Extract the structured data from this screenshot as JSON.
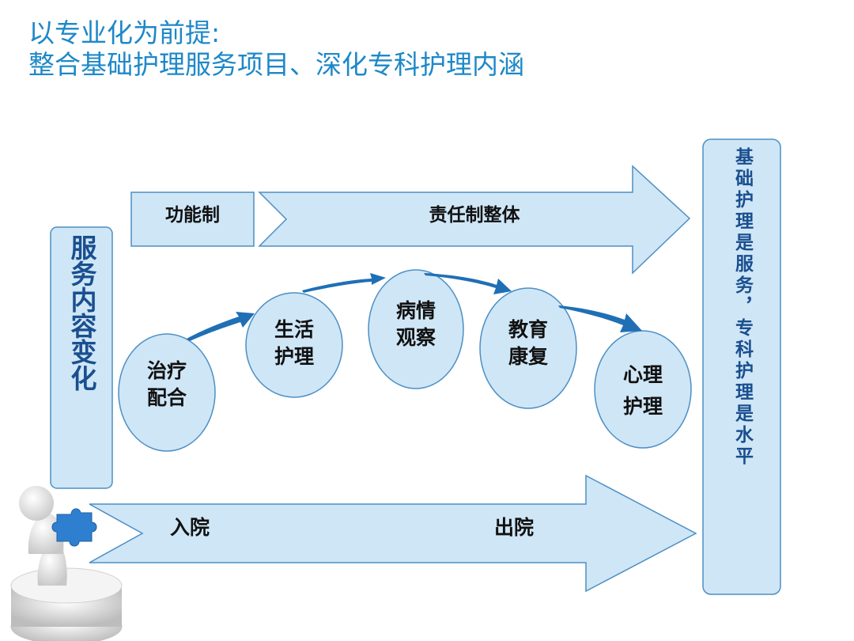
{
  "title": {
    "line1": "以专业化为前提:",
    "line2": "整合基础护理服务项目、深化专科护理内涵"
  },
  "left_box": {
    "text": "服务内容变化"
  },
  "right_box": {
    "text": "基础护理是服务，专科护理是水平"
  },
  "top_row": {
    "small_box": "功能制",
    "arrow": "责任制整体"
  },
  "circles": [
    {
      "line1": "治疗",
      "line2": "配合"
    },
    {
      "line1": "生活",
      "line2": "护理"
    },
    {
      "line1": "病情",
      "line2": "观察"
    },
    {
      "line1": "教育",
      "line2": "康复"
    },
    {
      "line1": "心理",
      "line2": "护理"
    }
  ],
  "bottom_arrow": {
    "start": "入院",
    "end": "出院"
  },
  "colors": {
    "title": "#1e88c8",
    "shape_fill": "#cfe6f6",
    "shape_stroke": "#4d8fc4",
    "small_arrow": "#1f6fb5",
    "puzzle": "#2f7fd0"
  },
  "figure": "person-holding-puzzle-piece-icon"
}
